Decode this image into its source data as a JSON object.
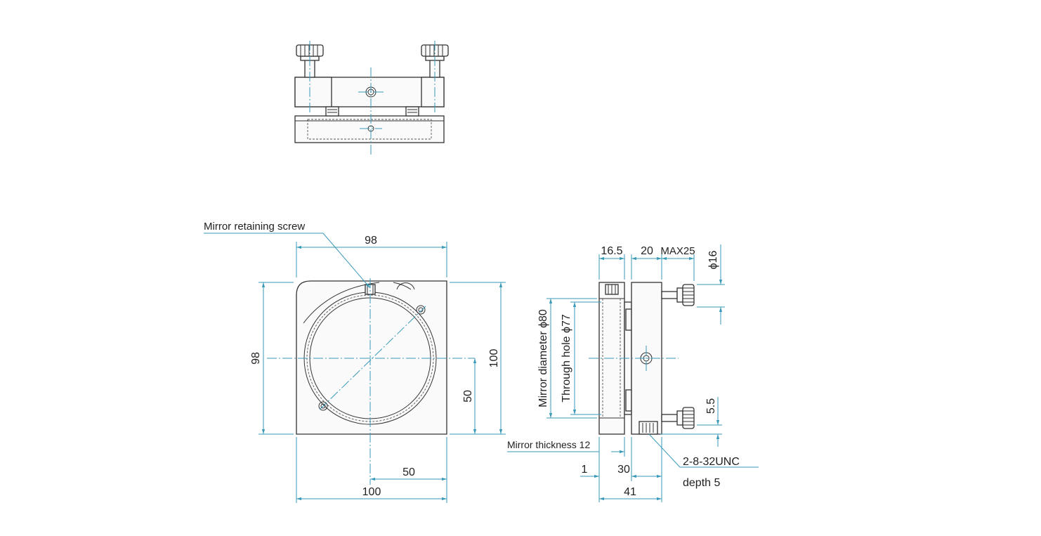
{
  "labels": {
    "mirror_retaining_screw": "Mirror retaining screw",
    "front_width": "98",
    "front_height": "98",
    "front_height_outer": "100",
    "front_center_v": "50",
    "front_center_h": "50",
    "front_width_outer": "100",
    "side_16_5": "16.5",
    "side_20": "20",
    "side_max25": "MAX25",
    "side_phi16": "ϕ16",
    "mirror_diameter": "Mirror diameter ϕ80",
    "through_hole": "Through hole ϕ77",
    "side_5_5": "5.5",
    "mirror_thickness": "Mirror thickness 12",
    "side_1": "1",
    "side_30": "30",
    "side_41": "41",
    "thread_spec": "2-8-32UNC",
    "thread_depth": "depth 5"
  },
  "colors": {
    "dimension_line": "#3a9ab8",
    "outline": "#333333",
    "text": "#222222"
  }
}
